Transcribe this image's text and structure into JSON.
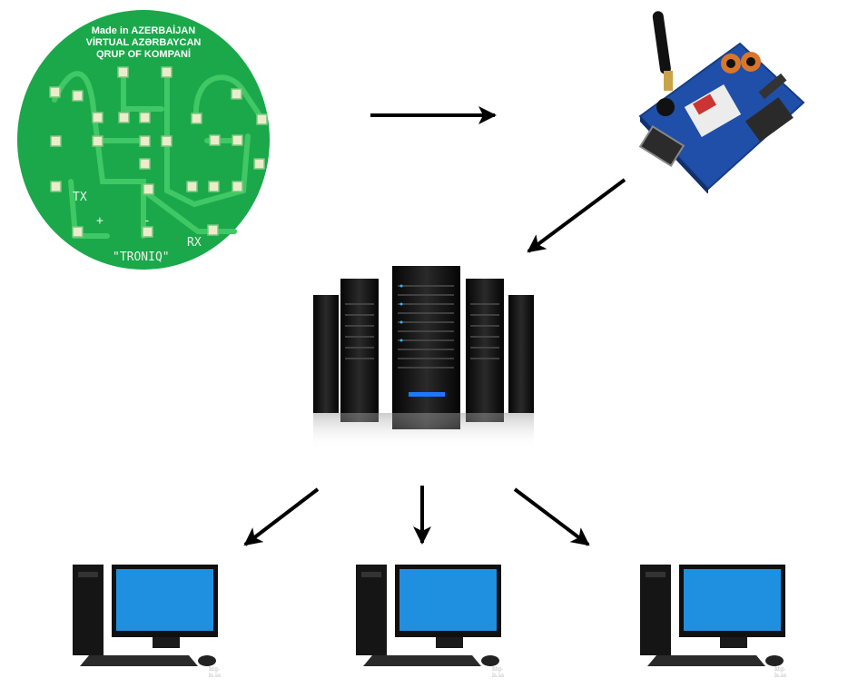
{
  "pcb": {
    "line1": "Made in AZERBAİJAN",
    "line2": "VİRTUAL AZƏRBAYCAN",
    "line3": "QRUP OF KOMPANİ",
    "tx": "TX",
    "rx": "RX",
    "plus": "+",
    "minus": "-",
    "brand": "\"TRONIQ\""
  },
  "watermarks": [
    "htg-ls.ss",
    "htg-ls.ss",
    "htg-ls.ss"
  ],
  "colors": {
    "pcb_green": "#1aa84a",
    "gsm_board_blue": "#1f4fa8",
    "server_black": "#161616",
    "monitor_screen": "#1f8fe0",
    "arrow": "#000000"
  }
}
